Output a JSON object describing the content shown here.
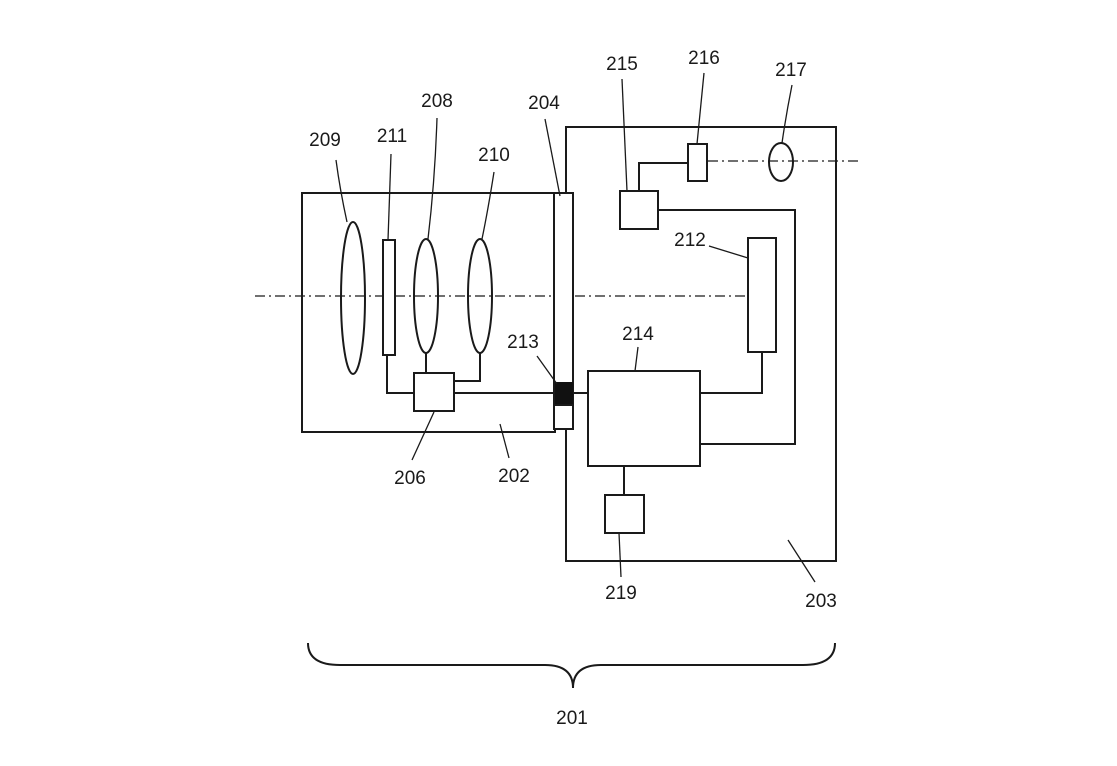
{
  "figure": {
    "labels": {
      "l201": "201",
      "l202": "202",
      "l203": "203",
      "l204": "204",
      "l206": "206",
      "l208": "208",
      "l209": "209",
      "l210": "210",
      "l211": "211",
      "l212": "212",
      "l213": "213",
      "l214": "214",
      "l215": "215",
      "l216": "216",
      "l217": "217",
      "l219": "219"
    }
  }
}
